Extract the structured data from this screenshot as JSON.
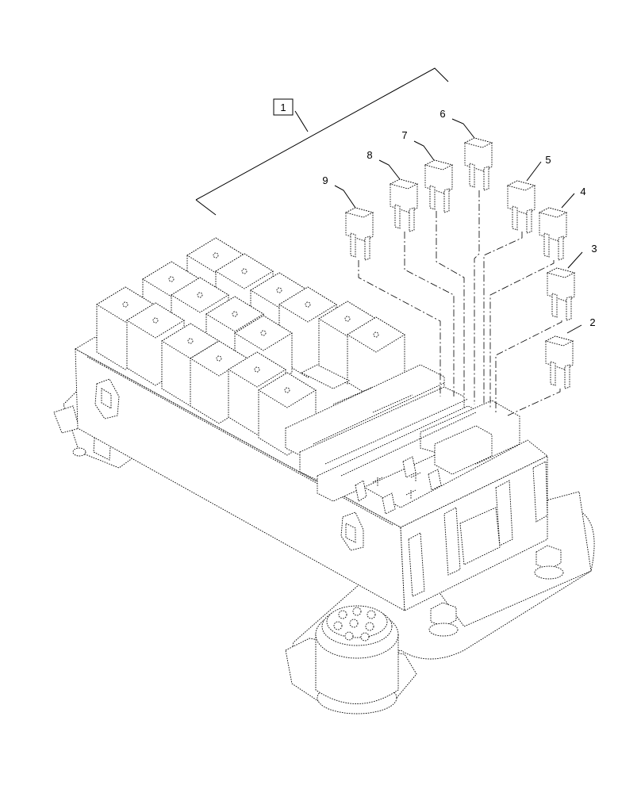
{
  "callouts": {
    "assembly": "1",
    "fuses": [
      "2",
      "3",
      "4",
      "5",
      "6",
      "7",
      "8",
      "9"
    ]
  }
}
